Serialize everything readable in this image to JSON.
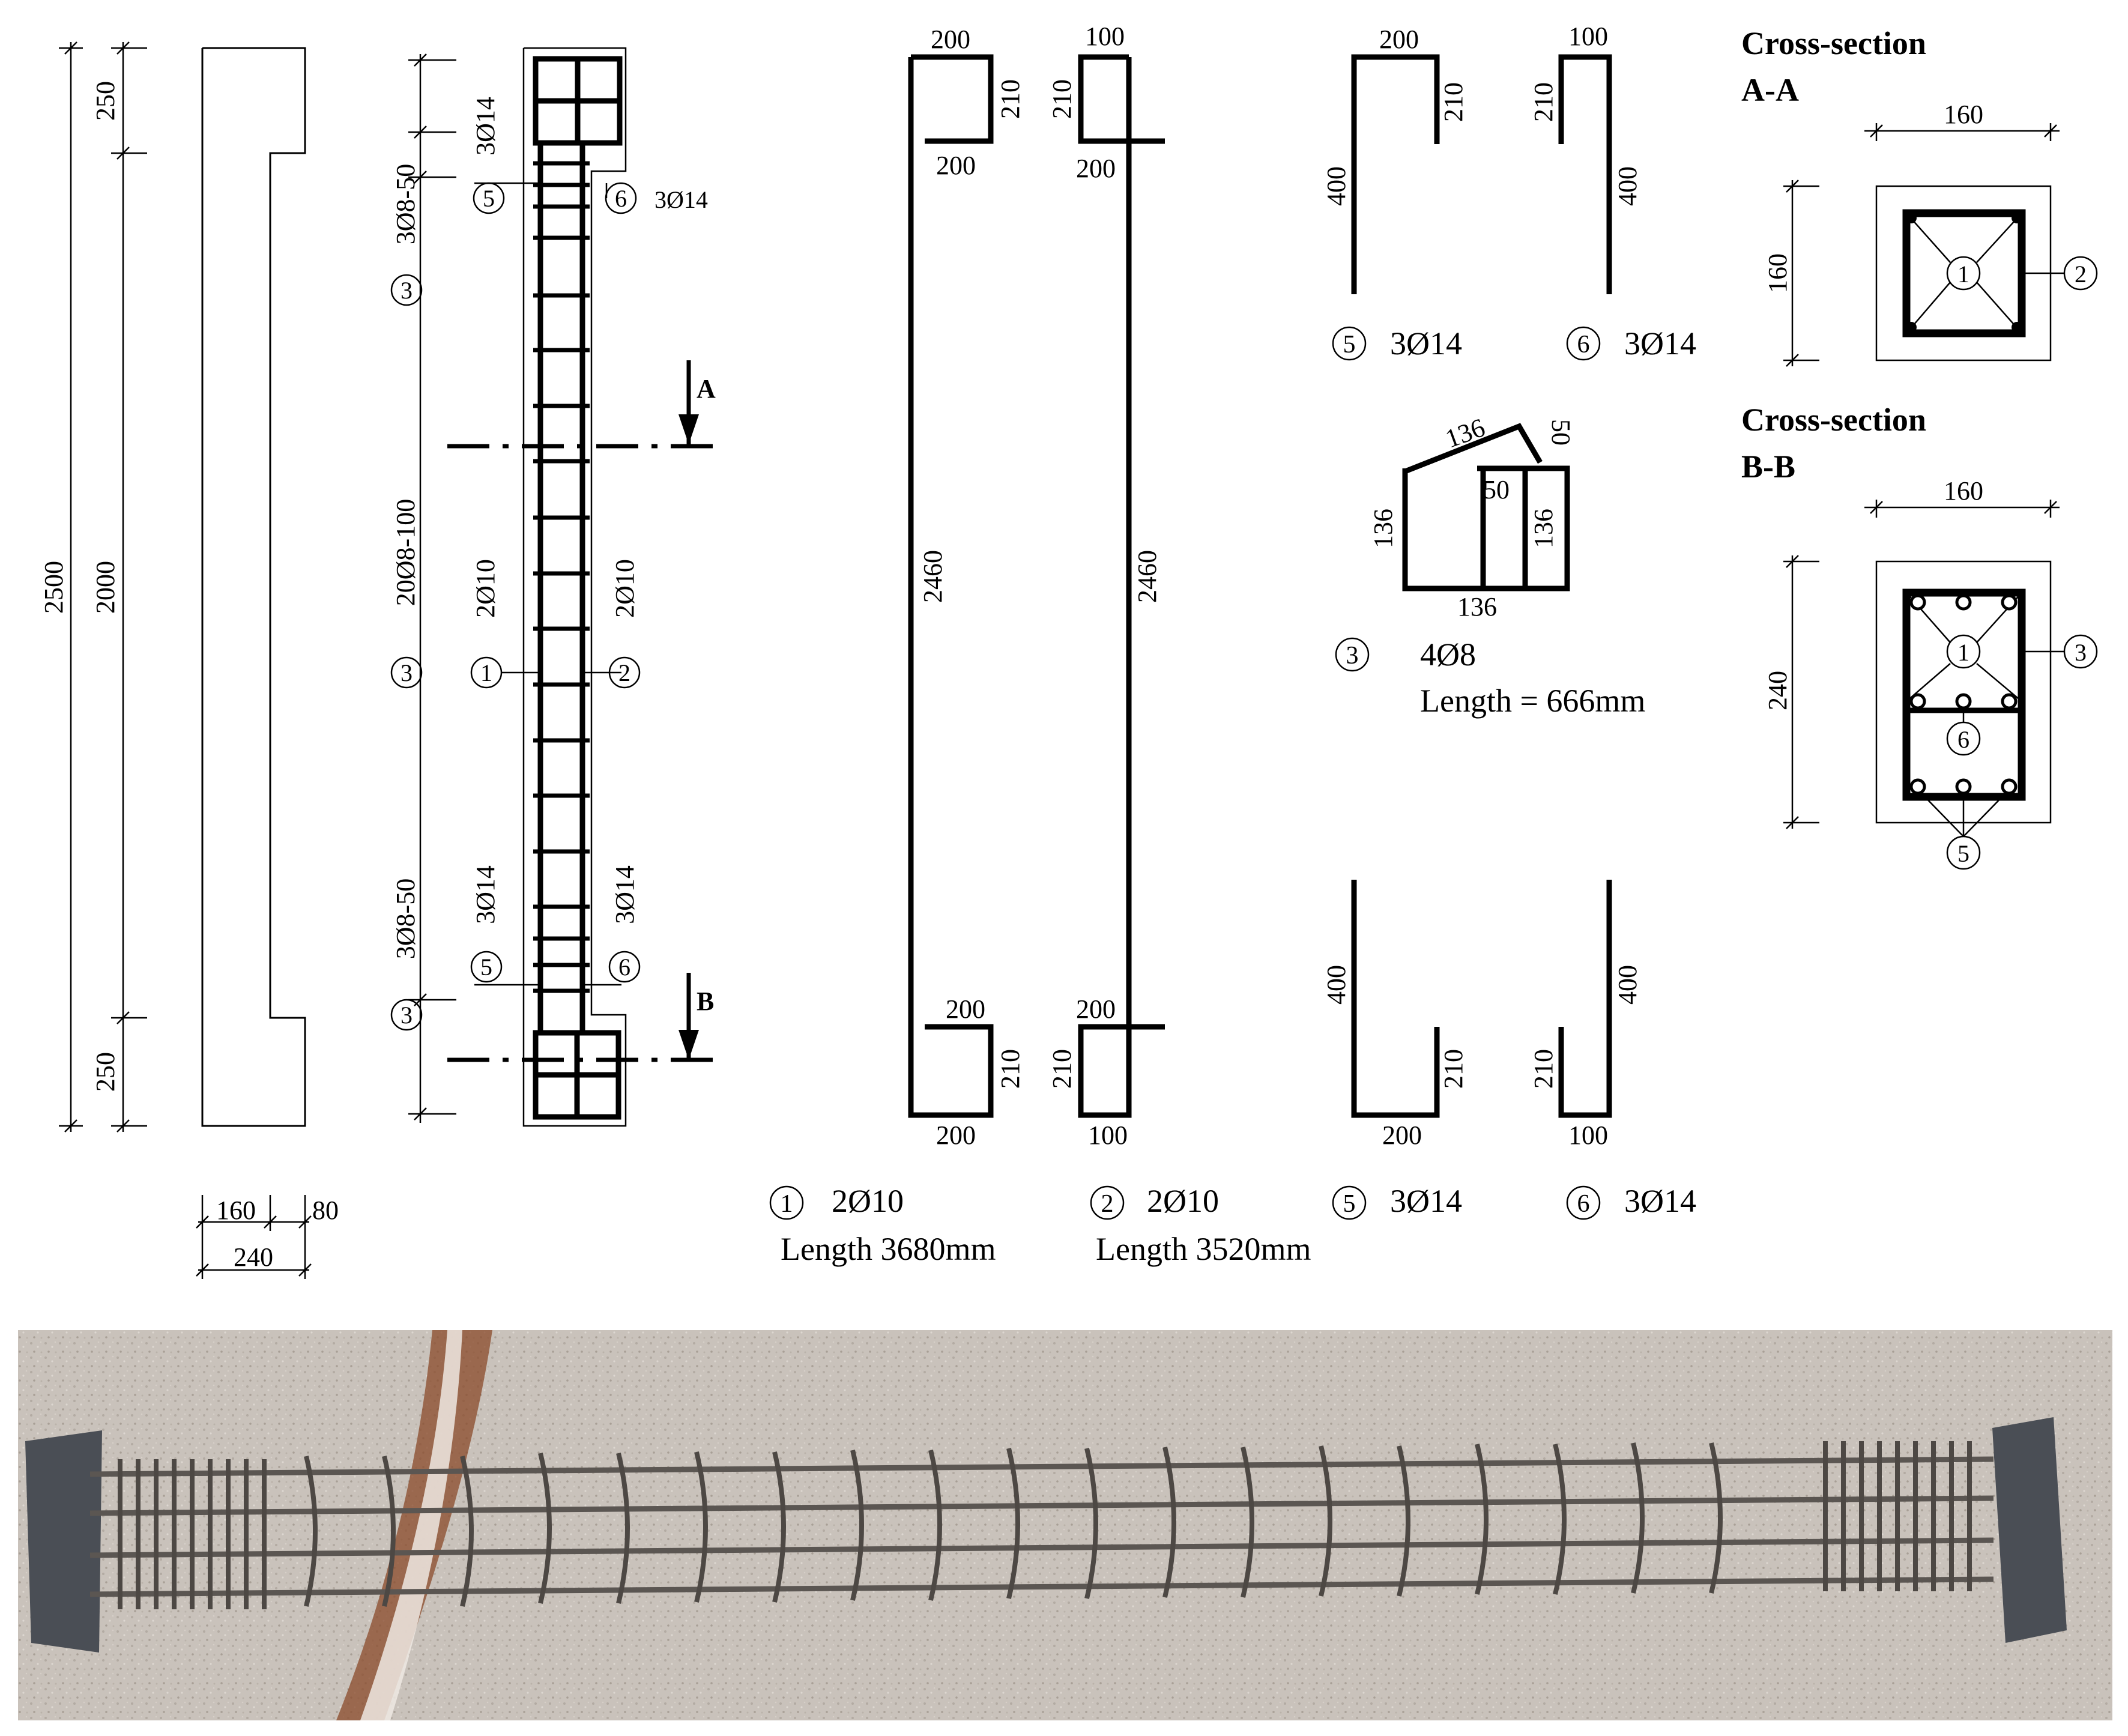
{
  "elevation": {
    "total_height": "2500",
    "middle_height": "2000",
    "top_height": "250",
    "bottom_height": "250",
    "width_160": "160",
    "width_80": "80",
    "width_240": "240"
  },
  "reinforcement_elevation": {
    "top_stirrups": "3Ø8-50",
    "middle_stirrups": "20Ø8-100",
    "bottom_stirrups": "3Ø8-50",
    "bar5_top": "3Ø14",
    "bar6_top": "3Ø14",
    "bar1": "2Ø10",
    "bar2": "2Ø10",
    "bar5_bottom": "3Ø14",
    "bar6_bottom": "3Ø14",
    "section_a": "A",
    "section_b": "B"
  },
  "bar_shapes": {
    "bar1": {
      "mark": "1",
      "spec": "2Ø10",
      "length": "Length 3680mm",
      "top": "200",
      "leg": "210",
      "hook": "200",
      "straight": "2460",
      "bottom_hook": "200",
      "bottom_leg": "210",
      "bottom": "200"
    },
    "bar2": {
      "mark": "2",
      "spec": "2Ø10",
      "length": "Length 3520mm",
      "top": "100",
      "leg": "210",
      "hook": "200",
      "straight": "2460",
      "bottom_hook": "200",
      "bottom_leg": "210",
      "bottom": "100"
    },
    "bar5_top": {
      "mark": "5",
      "spec": "3Ø14",
      "top": "200",
      "leg": "210",
      "long": "400"
    },
    "bar6_top": {
      "mark": "6",
      "spec": "3Ø14",
      "top": "100",
      "leg": "210",
      "long": "400"
    },
    "bar5_bottom": {
      "mark": "5",
      "spec": "3Ø14",
      "bottom": "200",
      "leg": "210",
      "long": "400"
    },
    "bar6_bottom": {
      "mark": "6",
      "spec": "3Ø14",
      "bottom": "100",
      "leg": "210",
      "long": "400"
    },
    "stirrup": {
      "mark": "3",
      "spec": "4Ø8",
      "length": "Length = 666mm",
      "side": "136",
      "hook": "50"
    }
  },
  "sections": {
    "aa": {
      "title_line1": "Cross-section",
      "title_line2": "A-A",
      "width": "160",
      "height": "160",
      "mark_center": "1",
      "mark_side": "2"
    },
    "bb": {
      "title_line1": "Cross-section",
      "title_line2": "B-B",
      "width": "160",
      "height": "240",
      "mark_center": "1",
      "mark_side": "3",
      "mark_mid": "6",
      "mark_bottom": "5"
    }
  },
  "photo": {
    "subject": "rebar-cage-photo"
  }
}
